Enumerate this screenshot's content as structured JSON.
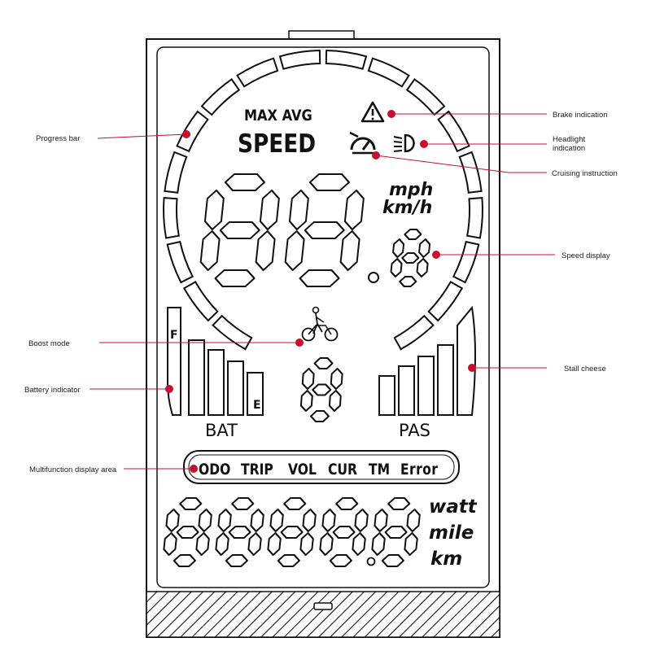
{
  "display": {
    "max_avg": "MAX AVG",
    "speed": "SPEED",
    "mph": "mph",
    "kmh": "km/h",
    "fuel_full": "F",
    "fuel_empty": "E",
    "bat": "BAT",
    "pas": "PAS",
    "modes": [
      "ODO",
      "TRIP",
      "VOL",
      "CUR",
      "TM",
      "Error"
    ],
    "unit_watt": "watt",
    "unit_mile": "mile",
    "unit_km": "km"
  },
  "callouts": {
    "progress_bar": "Progress bar",
    "brake": "Brake indication",
    "headlight_1": "Headlight",
    "headlight_2": "indication",
    "cruise": "Cruising instruction",
    "speed_display": "Speed display",
    "boost": "Boost mode",
    "battery": "Battery indicator",
    "stall": "Stall cheese",
    "multifunction": "Multifunction display area"
  },
  "colors": {
    "callout_line": "#c8102e",
    "lcd_ink": "#111111"
  },
  "icons": [
    "warning-triangle-icon",
    "speedometer-icon",
    "headlight-icon",
    "walking-bicycle-icon"
  ]
}
